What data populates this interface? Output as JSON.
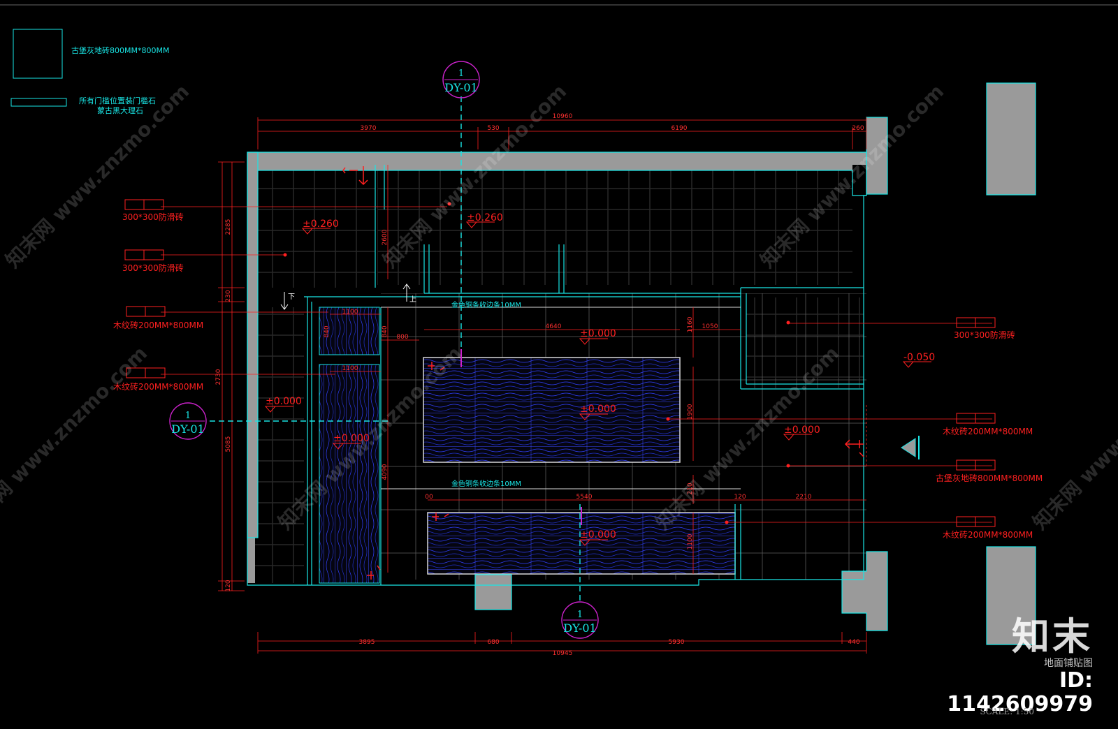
{
  "legend": {
    "item1": "古堡灰地砖800MM*800MM",
    "item2_line1": "所有门槛位置装门槛石",
    "item2_line2": "蒙古黑大理石"
  },
  "section_markers": {
    "top": {
      "num": "1",
      "code": "DY-01"
    },
    "left": {
      "num": "1",
      "code": "DY-01"
    },
    "bottom": {
      "num": "1",
      "code": "DY-01"
    }
  },
  "dims_top": {
    "total": "10960",
    "d1": "3970",
    "d2": "530",
    "d3": "6190",
    "d4": "260"
  },
  "dims_bottom": {
    "total": "10945",
    "d1": "3895",
    "d2": "680",
    "d3": "5930",
    "d4": "440"
  },
  "dims_left": {
    "d1": "2285",
    "d2": "230",
    "d3": "2730",
    "d4": "5085",
    "d5": "120"
  },
  "dims_inner": {
    "a": "2600",
    "b": "1100",
    "c": "840",
    "d": "840",
    "e": "1100",
    "f": "800",
    "g": "4640",
    "h": "1160",
    "i": "1050",
    "j": "1900",
    "k": "4090",
    "l": "00",
    "m": "5540",
    "n": "120",
    "o": "2210",
    "p": "210",
    "q": "1100"
  },
  "labels_left": [
    "300*300防滑砖",
    "300*300防滑砖",
    "木纹砖200MM*800MM",
    "木纹砖200MM*800MM"
  ],
  "labels_right": [
    "300*300防滑砖",
    "木纹砖200MM*800MM",
    "古堡灰地砖800MM*800MM",
    "木纹砖200MM*800MM"
  ],
  "gold_strip": [
    "金色铜条收边条10MM",
    "金色铜条收边条10MM"
  ],
  "elevations": {
    "e1": "±0.260",
    "e2": "±0.260",
    "e3": "±0.000",
    "e4": "±0.000",
    "e5": "±0.000",
    "e6": "±0.000",
    "e7": "±0.000",
    "e8": "±0.000",
    "e9": "-0.050"
  },
  "stair_marks": {
    "down": "下",
    "up": "上"
  },
  "watermark": {
    "diag": "知末网 www.znzmo.com",
    "logo": "知末",
    "subtitle": "地面铺贴图",
    "id": "ID: 1142609979",
    "scale": "SCALE:    1:50"
  },
  "colors": {
    "background": "#000000",
    "wall_line": "#19e6e6",
    "dimension": "#ff2020",
    "section_circle": "#cc22cc",
    "wall_fill": "#9a9a9a",
    "tile_line": "#ffffff",
    "wood_texture": "#2a3bff"
  }
}
